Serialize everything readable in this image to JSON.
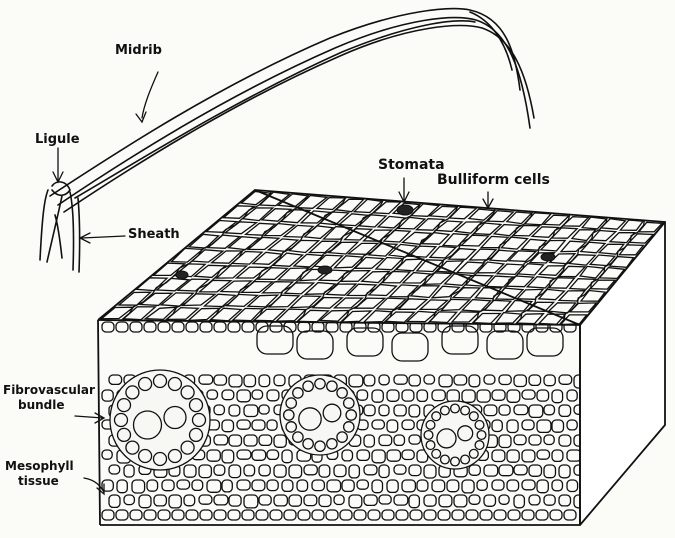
{
  "labels": {
    "midrib": "Midrib",
    "ligule": "Ligule",
    "sheath": "Sheath",
    "stomata": "Stomata",
    "bulliform_cells": "Bulliform cells",
    "fibrovascular_line1": "Fibrovascular",
    "fibrovascular_line2": "bundle",
    "mesophyll_line1": "Mesophyll",
    "mesophyll_line2": "tissue"
  }
}
